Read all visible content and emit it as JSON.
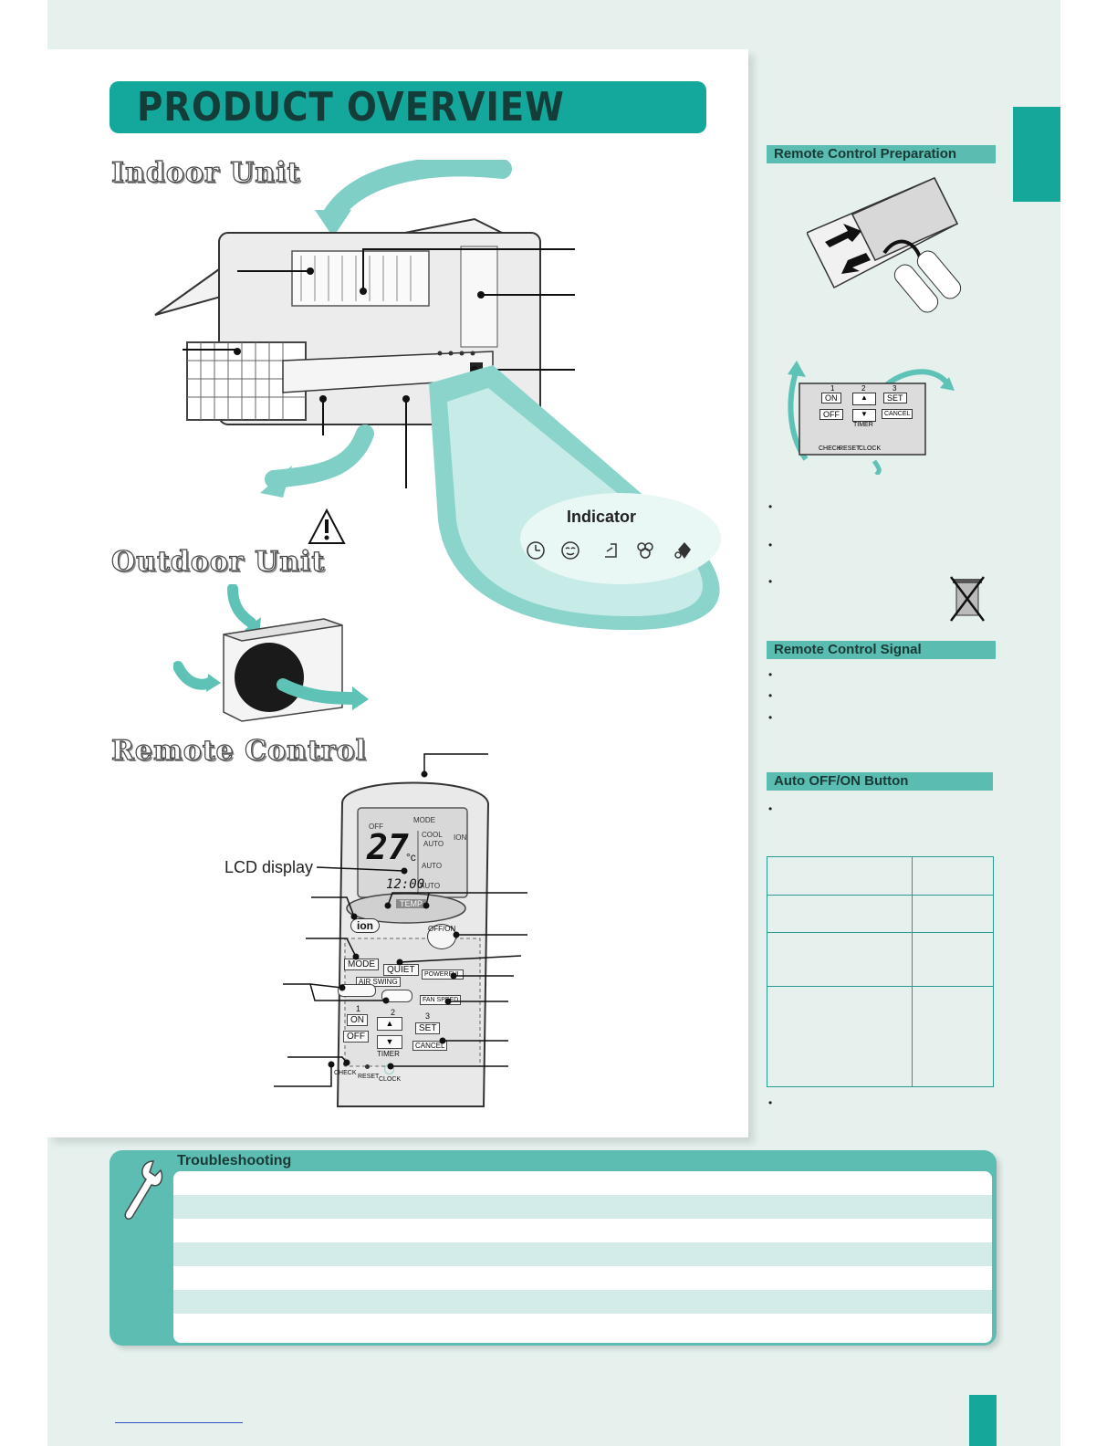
{
  "title": "PRODUCT OVERVIEW",
  "sections": {
    "indoor": "Indoor Unit",
    "outdoor": "Outdoor Unit",
    "remote": "Remote Control"
  },
  "indicator": {
    "title": "Indicator"
  },
  "remote_labels": {
    "lcd": "LCD display"
  },
  "remote_buttons": {
    "mode_header": "MODE",
    "off": "OFF",
    "cool": "COOL",
    "ion": "ION",
    "temp_value": "27",
    "temp_unit": "°c",
    "auto1": "AUTO",
    "auto2": "AUTO",
    "auto3": "AUTO",
    "clock": "12:00",
    "temp": "TEMP",
    "ion_button": "ion",
    "offon": "OFF/ON",
    "mode": "MODE",
    "quiet": "QUIET",
    "powerful": "POWERFUL",
    "air_swing": "AIR SWING",
    "fan_speed": "FAN SPEED",
    "on_btn": "ON",
    "off_btn": "OFF",
    "set": "SET",
    "cancel": "CANCEL",
    "timer": "TIMER",
    "n1": "1",
    "n2": "2",
    "n3": "3",
    "check": "CHECK",
    "reset": "RESET",
    "clock_label": "CLOCK"
  },
  "sidebar": {
    "prep": "Remote Control Preparation",
    "signal": "Remote Control Signal",
    "auto": "Auto OFF/ON Button",
    "bullet": "•"
  },
  "timer_panel": {
    "n1": "1",
    "n2": "2",
    "n3": "3",
    "on": "ON",
    "off": "OFF",
    "set": "SET",
    "cancel": "CANCEL",
    "timer": "TIMER",
    "check": "CHECK",
    "reset": "RESET",
    "clock": "CLOCK"
  },
  "trouble": {
    "title": "Troubleshooting"
  },
  "colors": {
    "teal": "#14a79b",
    "light_teal": "#5dbdb3",
    "page_bg": "#e6f1ee"
  }
}
